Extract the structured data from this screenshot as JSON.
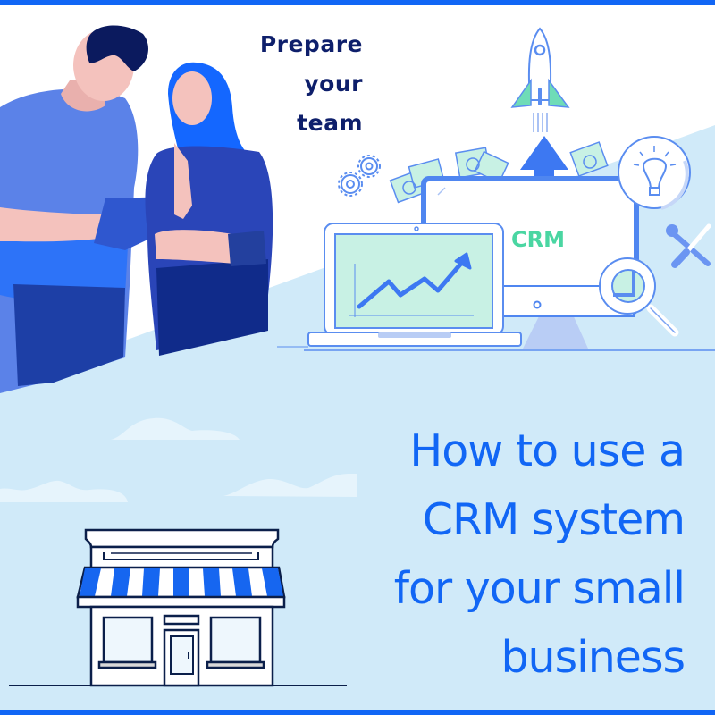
{
  "colors": {
    "brand_blue": "#1166f5",
    "navy": "#0e1f6b",
    "light_blue_bg": "#d0eaf9",
    "cloud": "#e6f4fc",
    "outline_blue": "#4f86f0",
    "mint": "#c8f1e4",
    "crm_green": "#4ad6a2",
    "skin": "#f4c2bd",
    "hair_navy": "#0b1a5e",
    "hair_blue": "#1467ff"
  },
  "tagline": {
    "lines": [
      "Prepare",
      "your",
      "team"
    ]
  },
  "headline": {
    "lines": [
      "How to use a",
      "CRM system",
      "for your small",
      "business"
    ]
  },
  "illustration": {
    "monitor_label": "CRM",
    "icons": [
      "rocket-icon",
      "up-arrow-icon",
      "money-icon",
      "gear-icon",
      "lightbulb-icon",
      "wrench-screwdriver-icon",
      "magnifier-icon",
      "laptop-chart-icon",
      "storefront-icon"
    ]
  }
}
